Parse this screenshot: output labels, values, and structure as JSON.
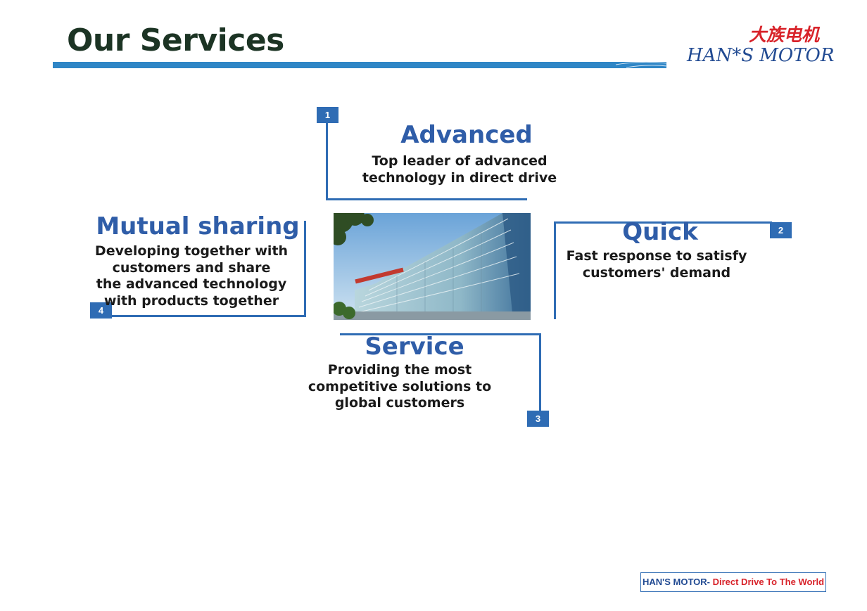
{
  "page": {
    "title": "Our Services"
  },
  "logo": {
    "chinese": "大族电机",
    "english": "HAN*S MOTOR"
  },
  "services": [
    {
      "number": "1",
      "heading": "Advanced",
      "description": "Top leader of advanced\ntechnology in direct drive"
    },
    {
      "number": "2",
      "heading": "Quick",
      "description": "Fast response to satisfy\ncustomers' demand"
    },
    {
      "number": "3",
      "heading": "Service",
      "description": "Providing the most\ncompetitive solutions to\nglobal customers"
    },
    {
      "number": "4",
      "heading": "Mutual sharing",
      "description": "Developing together with\ncustomers and share\nthe advanced technology\nwith products together"
    }
  ],
  "footer": {
    "brand": "HAN'S MOTOR-",
    "tagline": " Direct Drive To The World"
  },
  "colors": {
    "accent_blue": "#2f6cb4",
    "title_bar": "#2f86c6",
    "brand_red": "#d8232a",
    "title_text": "#1c3424"
  }
}
